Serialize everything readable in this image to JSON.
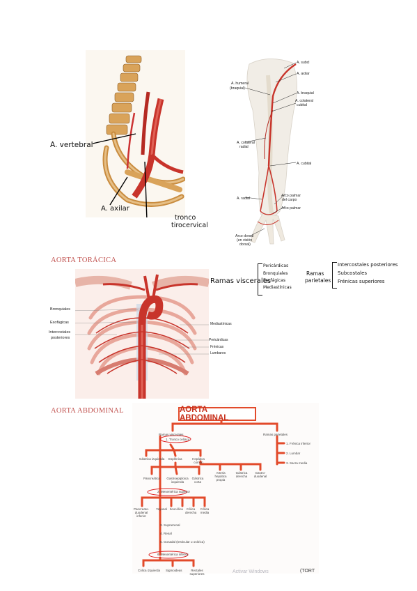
{
  "neck_labels": {
    "vertebral": "A. vertebral",
    "axilar": "A. axilar",
    "tronco": "tronco",
    "tirocervical": "tirocervical"
  },
  "arm_labels": {
    "subclavia": "A. subcl",
    "axilar": "A. axilar",
    "humeral": "A. humeral",
    "humeral_sub": "(braquial)",
    "braquial": "A. braquial",
    "colateral": "A. colateral",
    "colateral_sub": "cubital",
    "colateral_radial": "A. colateral",
    "colateral_radial_sub": "radial",
    "cubital": "A. cubital",
    "radial": "A. radial",
    "arco_carpo": "Arco palmar",
    "arco_carpo_sub": "del carpo",
    "arco_palmar": "Arco palmar",
    "arco_dorsal": "Arco dorsal",
    "arco_dorsal_sub": "(en visión",
    "arco_dorsal_sub2": "dorsal)"
  },
  "thoracic": {
    "title": "AORTA TORÁCICA",
    "ramas_viscerales": "Ramas viscerales",
    "visceral_list": [
      "Pericárdicas",
      "Bronquiales",
      "Esofágicas",
      "Mediastínicas"
    ],
    "ramas_parietales": "Ramas",
    "ramas_parietales_sub": "parietales",
    "parietal_list": [
      "Intercostales posteriores",
      "Subcostales",
      "Frénicas superiores"
    ],
    "left_labels": [
      "Bronquiales",
      "Esofágicas",
      "Intercostales",
      "posteriores"
    ],
    "right_labels": [
      "Mediastínicas",
      "Pericárdicas",
      "Frénicas",
      "Lumbares"
    ]
  },
  "abdominal": {
    "title": "AORTA ABDOMINAL",
    "box_title": "AORTA ABDOMINAL",
    "viscerales": "Ramas viscerales",
    "parietales": "Ramas parietales",
    "parietal_items": [
      "1. Frénica inferior",
      "2. Lumbar",
      "3. Sacra media"
    ],
    "tronco_celiaco": "1. Tronco celíaco",
    "celiac_branches": [
      "Gástrica izquierda",
      "Esplénica",
      "Hepática común"
    ],
    "hepatic_branches": [
      "Arteria hepática propia",
      "Gástrica derecha",
      "Gastro-duodenal"
    ],
    "splenic_branches": [
      "Pancreática",
      "Gastroepiploica izquierda",
      "Gástrica corta"
    ],
    "mesenterica_superior": "2. Mesentérica superior",
    "sup_branches": [
      "Pancreato-duodenal inferior",
      "Yeyunal",
      "Ileocólica",
      "Cólica derecha",
      "Cólica media"
    ],
    "other_items": [
      "3. Suprarrenal",
      "4. Renal",
      "5. Gonadal (testicular u ovárica)"
    ],
    "mesenterica_inferior": "6. Mesentérica inferior",
    "inf_branches": [
      "Cólica izquierda",
      "Sigmoideas",
      "Rectales superiores"
    ],
    "watermark": "Activar Windows",
    "corner_text": "(TORT"
  },
  "colors": {
    "accent": "#e24a2a",
    "section": "#c0504d"
  }
}
